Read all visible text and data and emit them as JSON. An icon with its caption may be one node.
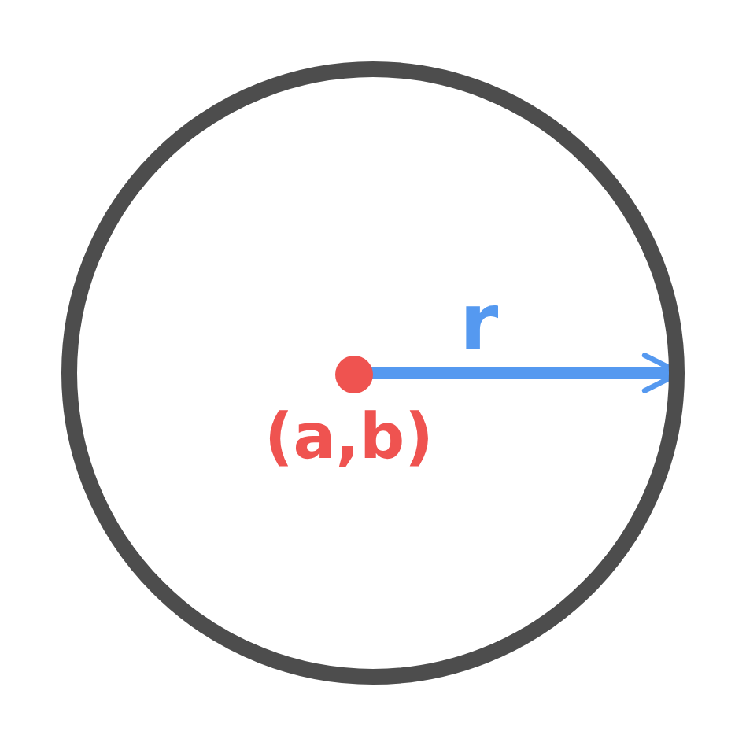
{
  "diagram": {
    "nodes": [
      {
        "text": [],
        "shape": "circle"
      },
      {
        "text": [],
        "shape": "circle",
        "in": 0,
        "beside": [
          "(a,b)"
        ]
      }
    ],
    "edges": [
      {
        "from": 1,
        "to": 0,
        "arrow": "to",
        "label": "r"
      }
    ]
  }
}
